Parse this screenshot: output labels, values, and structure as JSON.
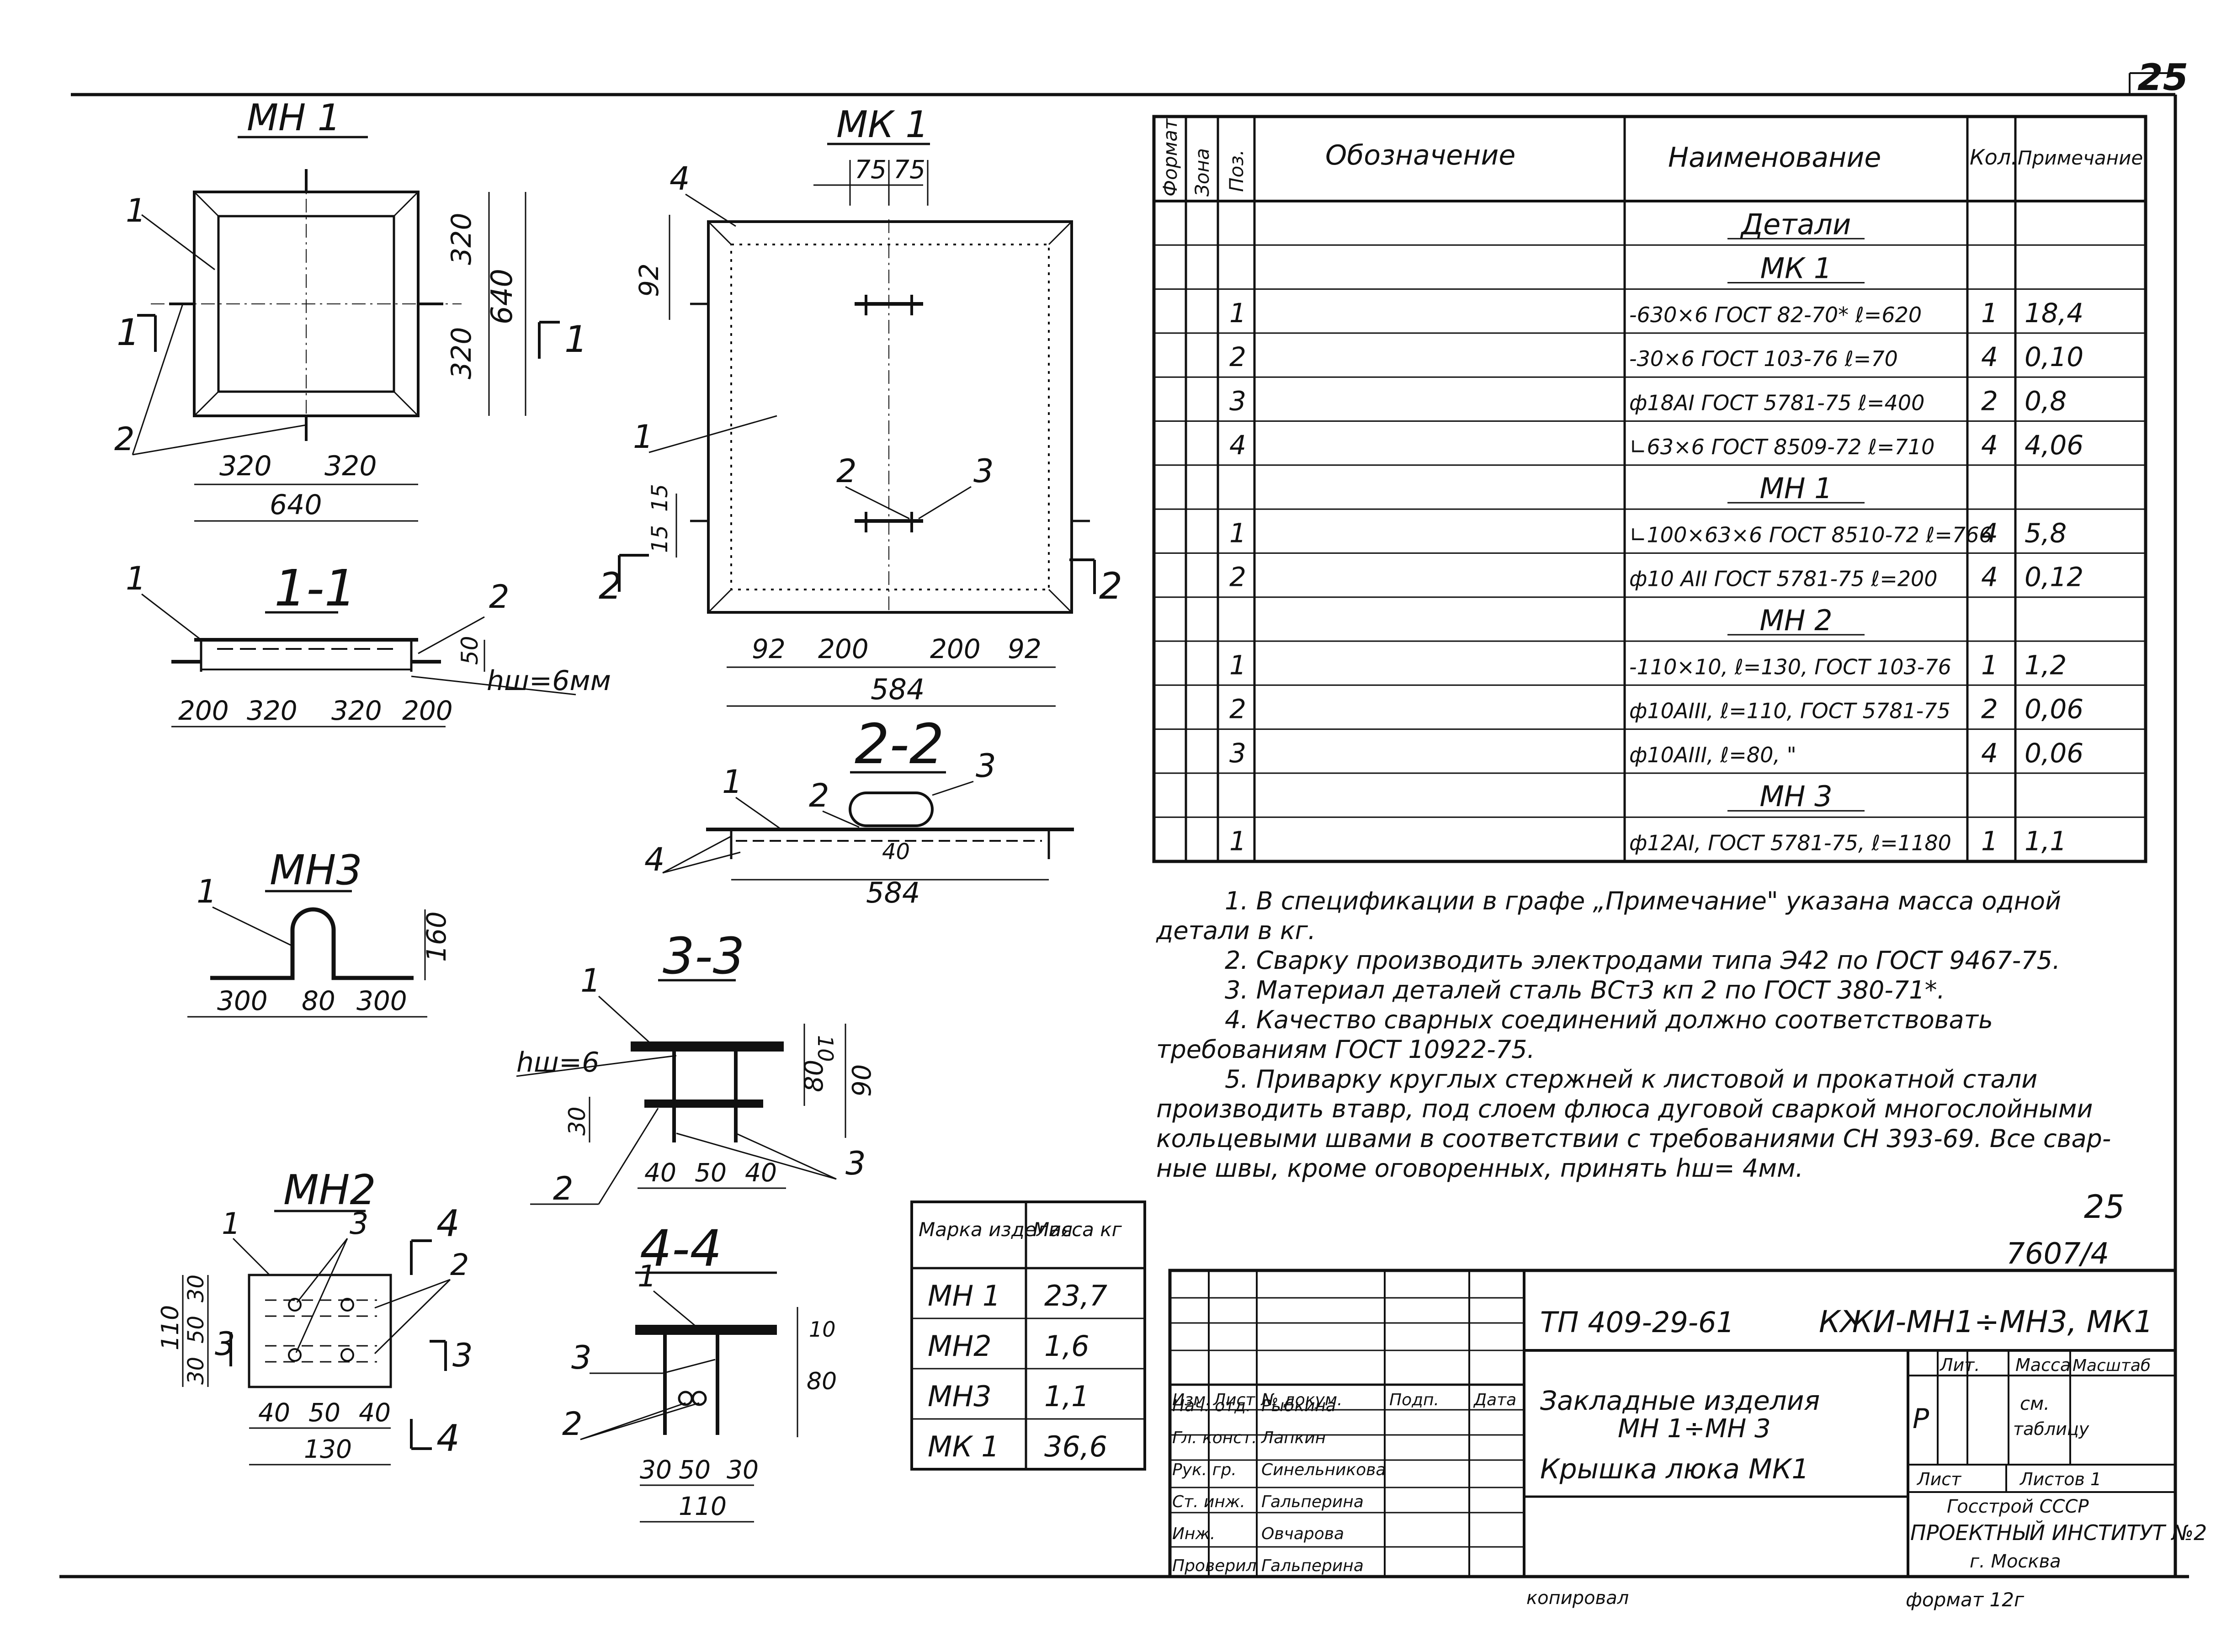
{
  "sheet": {
    "number": "25",
    "page_ref": "25",
    "album_ref": "7607/4",
    "copied_by": "копировал",
    "format": "формат 12г"
  },
  "views": {
    "mn1": {
      "title": "МН 1",
      "pos1": "1",
      "pos2": "2",
      "dims": [
        "320",
        "320",
        "640",
        "320",
        "320",
        "640"
      ],
      "cut": "1",
      "cut_right": "1"
    },
    "mk1": {
      "title": "МК 1",
      "pos1": "1",
      "pos2": "2",
      "pos3": "3",
      "pos4": "4",
      "dims_top": [
        "75",
        "75"
      ],
      "dim_92": "92",
      "dim_15a": "15",
      "dim_15b": "15",
      "dims_bottom": [
        "92",
        "200",
        "200",
        "92"
      ],
      "dim_total": "584",
      "cut_left": "2",
      "cut_right": "2"
    },
    "s11": {
      "title": "1-1",
      "pos1": "1",
      "pos2": "2",
      "dim_50": "50",
      "hw": "hш=6мм",
      "dims": [
        "200",
        "320",
        "320",
        "200"
      ]
    },
    "s22": {
      "title": "2-2",
      "pos1": "1",
      "pos2": "2",
      "pos3": "3",
      "pos4": "4",
      "dim_40": "40",
      "dim_584": "584"
    },
    "mn3": {
      "title": "МН3",
      "pos1": "1",
      "dim_160": "160",
      "dims": [
        "300",
        "80",
        "300"
      ]
    },
    "s33": {
      "title": "3-3",
      "pos1": "1",
      "pos2": "2",
      "pos3": "3",
      "hw": "hш=6",
      "dim_10": "10",
      "dim_80": "80",
      "dim_90": "90",
      "dim_30": "30",
      "dims": [
        "40",
        "50",
        "40"
      ]
    },
    "mn2": {
      "title": "МН2",
      "pos1": "1",
      "pos2": "2",
      "pos3": "3",
      "dims_left": [
        "30",
        "50",
        "30",
        "110"
      ],
      "dims_bottom": [
        "40",
        "50",
        "40"
      ],
      "dim_130": "130",
      "cut3a": "3",
      "cut3b": "3",
      "cut4a": "4",
      "cut4b": "4"
    },
    "s44": {
      "title": "4-4",
      "pos1": "1",
      "pos2": "2",
      "pos3": "3",
      "dim_10": "10",
      "dim_80": "80",
      "dims": [
        "30",
        "50",
        "30"
      ],
      "dim_110": "110"
    }
  },
  "spec_table": {
    "headers": [
      "Формат",
      "Зона",
      "Поз.",
      "Обозначение",
      "Наименование",
      "Кол.",
      "Примечание"
    ],
    "rows": [
      {
        "pos": "",
        "name": "Детали",
        "qty": "",
        "note": "",
        "section": true
      },
      {
        "pos": "",
        "name": "МК 1",
        "qty": "",
        "note": "",
        "section": true
      },
      {
        "pos": "1",
        "name": "-630×6 ГОСТ 82-70* ℓ=620",
        "qty": "1",
        "note": "18,4"
      },
      {
        "pos": "2",
        "name": "-30×6 ГОСТ 103-76 ℓ=70",
        "qty": "4",
        "note": "0,10"
      },
      {
        "pos": "3",
        "name": "ф18АI ГОСТ 5781-75 ℓ=400",
        "qty": "2",
        "note": "0,8"
      },
      {
        "pos": "4",
        "name": "∟63×6 ГОСТ 8509-72 ℓ=710",
        "qty": "4",
        "note": "4,06"
      },
      {
        "pos": "",
        "name": "МН 1",
        "qty": "",
        "note": "",
        "section": true
      },
      {
        "pos": "1",
        "name": "∟100×63×6 ГОСТ 8510-72 ℓ=766",
        "qty": "4",
        "note": "5,8"
      },
      {
        "pos": "2",
        "name": "ф10 АII ГОСТ 5781-75 ℓ=200",
        "qty": "4",
        "note": "0,12"
      },
      {
        "pos": "",
        "name": "МН 2",
        "qty": "",
        "note": "",
        "section": true
      },
      {
        "pos": "1",
        "name": "-110×10, ℓ=130, ГОСТ 103-76",
        "qty": "1",
        "note": "1,2"
      },
      {
        "pos": "2",
        "name": "ф10АIII, ℓ=110, ГОСТ 5781-75",
        "qty": "2",
        "note": "0,06"
      },
      {
        "pos": "3",
        "name": "ф10АIII, ℓ=80,        \"",
        "qty": "4",
        "note": "0,06"
      },
      {
        "pos": "",
        "name": "МН 3",
        "qty": "",
        "note": "",
        "section": true
      },
      {
        "pos": "1",
        "name": "ф12АI, ГОСТ 5781-75, ℓ=1180",
        "qty": "1",
        "note": "1,1"
      }
    ]
  },
  "notes": [
    "1. В спецификации в графе „Примечание\" указана масса одной",
    "детали в кг.",
    "2. Сварку производить электродами типа Э42 по ГОСТ 9467-75.",
    "3. Материал деталей сталь ВСт3 кп 2 по ГОСТ 380-71*.",
    "4. Качество сварных соединений должно соответствовать",
    "требованиям ГОСТ 10922-75.",
    "5. Приварку круглых стержней к листовой и прокатной стали",
    "производить втавр, под слоем флюса дуговой сваркой многослойными",
    "кольцевыми швами в соответствии с требованиями СН 393-69. Все свар-",
    "ные швы, кроме оговоренных, принять hш= 4мм."
  ],
  "mass_table": {
    "headers": [
      "Марка изделия",
      "Масса кг"
    ],
    "rows": [
      [
        "МН 1",
        "23,7"
      ],
      [
        "МН2",
        "1,6"
      ],
      [
        "МН3",
        "1,1"
      ],
      [
        "МК 1",
        "36,6"
      ]
    ]
  },
  "title_block": {
    "code": "ТП 409-29-61",
    "code_right": "КЖИ-МН1÷МН3, МК1",
    "title_line1": "Закладные изделия",
    "title_line2": "МН 1÷МН 3",
    "title_line3": "Крышка люка МК1",
    "col_headers": [
      "Изм.",
      "Лист",
      "№ докум.",
      "Подп.",
      "Дата"
    ],
    "roles": [
      {
        "role": "Нач. отд.",
        "name": "Рыбкина"
      },
      {
        "role": "Гл. конст.",
        "name": "Лапкин"
      },
      {
        "role": "Рук. гр.",
        "name": "Синельникова"
      },
      {
        "role": "Ст. инж.",
        "name": "Гальперина"
      },
      {
        "role": "Инж.",
        "name": "Овчарова"
      },
      {
        "role": "Проверил",
        "name": "Гальперина"
      }
    ],
    "lit_label": "Лит.",
    "mass_label": "Масса",
    "scale_label": "Масштаб",
    "lit_value": "Р",
    "mass_value_1": "см.",
    "mass_value_2": "таблицу",
    "sheet_label": "Лист",
    "sheets_label": "Листов 1",
    "org_line1": "Госстрой СССР",
    "org_line2": "ПРОЕКТНЫЙ ИНСТИТУТ №2",
    "org_line3": "г. Москва"
  }
}
